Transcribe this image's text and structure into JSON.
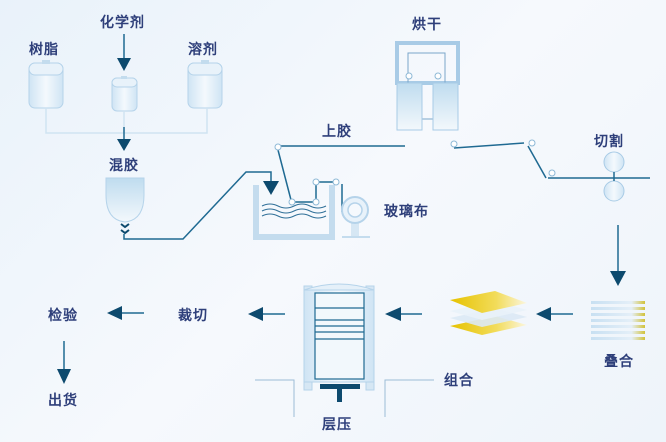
{
  "title": "生产工艺流程",
  "colors": {
    "text": "#2e3f7a",
    "line": "#1f6a92",
    "arrow": "#0d4a6e",
    "equipment": "#bcd9ee",
    "accent": "#e8c400"
  },
  "steps": {
    "resin": "树脂",
    "chemical": "化学剂",
    "solvent": "溶剂",
    "mixing": "混胶",
    "gluing": "上胶",
    "glass_cloth": "玻璃布",
    "drying": "烘干",
    "cutting": "切割",
    "stacking": "叠合",
    "combining": "组合",
    "laminating": "层压",
    "trimming": "裁切",
    "inspection": "检验",
    "shipping": "出货"
  }
}
